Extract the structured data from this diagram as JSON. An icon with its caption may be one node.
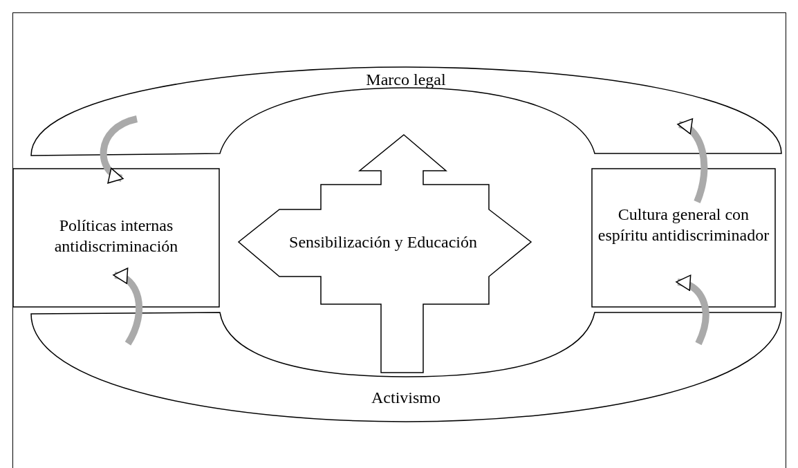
{
  "diagram": {
    "nodes": [
      {
        "text": [
          "Marco legal"
        ]
      },
      {
        "text": [
          "Políticas internas antidiscriminación"
        ]
      },
      {
        "text": [
          "Sensibilización y Educación"
        ]
      },
      {
        "text": [
          "Cultura general con espíritu antidiscriminador"
        ]
      },
      {
        "text": [
          "Activismo"
        ]
      }
    ],
    "edges": [
      {
        "from": 0,
        "to": 1,
        "arrow": "to"
      },
      {
        "from": 4,
        "to": 1,
        "arrow": "to"
      },
      {
        "from": 3,
        "to": 0,
        "arrow": "to"
      },
      {
        "from": 4,
        "to": 3,
        "arrow": "to"
      }
    ]
  }
}
